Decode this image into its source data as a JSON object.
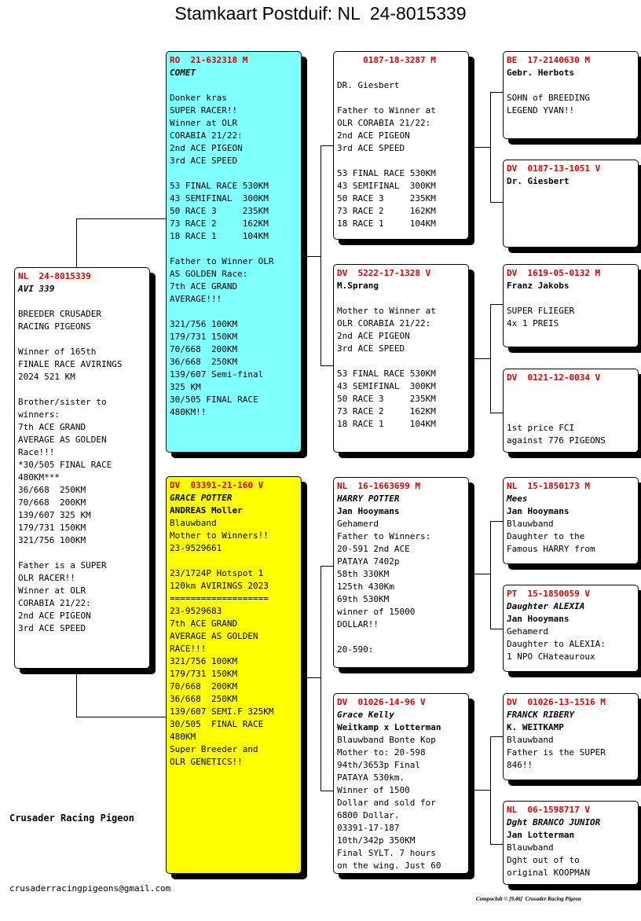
{
  "title": "Stamkaart Postduif: NL  24-8015339",
  "subject": {
    "ring": "NL  24-8015339",
    "name": "AVI 339",
    "owner": "",
    "lines": [
      "",
      "BREEDER CRUSADER",
      "RACING PIGEONS",
      "",
      "Winner of 165th",
      "FINALE RACE AVIRINGS",
      "2024 521 KM",
      "",
      "Brother/sister to",
      "winners:",
      "7th ACE GRAND",
      "AVERAGE AS GOLDEN",
      "Race!!!",
      "*30/505 FINAL RACE",
      "480KM***",
      "36/668  250KM",
      "70/668  200KM",
      "139/607 325 KM",
      "179/731 150KM",
      "321/756 100KM",
      "",
      "Father is a SUPER",
      "OLR RACER!!",
      "Winner at OLR",
      "CORABIA 21/22:",
      "2nd ACE PIGEON",
      "3rd ACE SPEED"
    ]
  },
  "father": {
    "ring": "RO  21-632318 M",
    "name": "COMET",
    "owner": "",
    "lines": [
      "",
      "Donker kras",
      "SUPER RACER!!",
      "Winner at OLR",
      "CORABIA 21/22:",
      "2nd ACE PIGEON",
      "3rd ACE SPEED",
      "",
      "53 FINAL RACE 530KM",
      "43 SEMIFINAL  300KM",
      "50 RACE 3     235KM",
      "73 RACE 2     162KM",
      "18 RACE 1     104KM",
      "",
      "Father to Winner OLR",
      "AS GOLDEN Race:",
      "7th ACE GRAND",
      "AVERAGE!!!",
      "",
      "321/756 100KM",
      "179/731 150KM",
      "70/668  200KM",
      "36/668  250KM",
      "139/607 Semi-final",
      "325 KM",
      "30/505 FINAL RACE",
      "480KM!!"
    ]
  },
  "mother": {
    "ring": "DV  03391-21-160 V",
    "name": "GRACE POTTER",
    "owner": "ANDREAS Moller",
    "lines": [
      "Blauwband",
      "Mother to Winners!!",
      "23-9529661",
      "",
      "23/1724P Hotspot 1",
      "120km AVIRINGS 2023",
      "===================",
      "23-9529683",
      "7th ACE GRAND",
      "AVERAGE AS GOLDEN",
      "RACE!!!",
      "321/756 100KM",
      "179/731 150KM",
      "70/668  200KM",
      "36/668  250KM",
      "139/607 SEMI.F 325KM",
      "30/505  FINAL RACE",
      "480KM",
      "Super Breeder and",
      "OLR GENETICS!!"
    ]
  },
  "ff": {
    "ring": "     0187-18-3287 M",
    "name": "",
    "owner": "",
    "lines": [
      "",
      "DR. Giesbert",
      "",
      "Father to Winner at",
      "OLR CORABIA 21/22:",
      "2nd ACE PIGEON",
      "3rd ACE SPEED",
      "",
      "53 FINAL RACE 530KM",
      "43 SEMIFINAL  300KM",
      "50 RACE 3     235KM",
      "73 RACE 2     162KM",
      "18 RACE 1     104KM"
    ]
  },
  "fm": {
    "ring": "DV  5222-17-1328 V",
    "name": "",
    "owner": "M.Sprang",
    "lines": [
      "",
      "Mother to Winner at",
      "OLR CORABIA 21/22:",
      "2nd ACE PIGEON",
      "3rd ACE SPEED",
      "",
      "53 FINAL RACE 530KM",
      "43 SEMIFINAL  300KM",
      "50 RACE 3     235KM",
      "73 RACE 2     162KM",
      "18 RACE 1     104KM"
    ]
  },
  "mf": {
    "ring": "NL  16-1663699 M",
    "name": "HARRY POTTER",
    "owner": "Jan Hooymans",
    "lines": [
      "Gehamerd",
      "Father to Winners:",
      "20-591 2nd ACE",
      "PATAYA 7402p",
      "58th 330KM",
      "125th 430Km",
      "69th 530KM",
      "winner of 15000",
      "DOLLAR!!",
      "",
      "20-590:"
    ]
  },
  "mm": {
    "ring": "DV  01026-14-96 V",
    "name": "Grace Kelly",
    "owner": "Weitkamp x Lotterman",
    "lines": [
      "Blauwband Bonte Kop",
      "Mother to: 20-598",
      "94th/3653p Final",
      "PATAYA 530km.",
      "Winner of 1500",
      "Dollar and sold for",
      "6800 Dollar.",
      "03391-17-187",
      "10th/342p 350KM",
      "Final SYLT. 7 hours",
      "on the wing. Just 60"
    ]
  },
  "fff": {
    "ring": "BE  17-2140630 M",
    "name": "",
    "owner": "Gebr. Herbots",
    "lines": [
      "",
      "SOHN of BREEDING",
      "LEGEND YVAN!!"
    ]
  },
  "ffm": {
    "ring": "DV  0187-13-1051 V",
    "name": "",
    "owner": "Dr. Giesbert",
    "lines": []
  },
  "fmf": {
    "ring": "DV  1619-05-0132 M",
    "name": "",
    "owner": "Franz Jakobs",
    "lines": [
      "",
      "SUPER FLIEGER",
      "4x 1 PREIS"
    ]
  },
  "fmm": {
    "ring": "DV  0121-12-0034 V",
    "name": "",
    "owner": "",
    "lines": [
      "",
      "",
      "",
      "1st price FCI",
      "against 776 PIGEONS"
    ]
  },
  "mff": {
    "ring": "NL  15-1850173 M",
    "name": "Mees",
    "owner": "Jan Hooymans",
    "lines": [
      "Blauwband",
      "Daughter to the",
      "Famous HARRY from"
    ]
  },
  "mfm": {
    "ring": "PT  15-1850059 V",
    "name": "Daughter ALEXIA",
    "owner": "Jan Hooymans",
    "lines": [
      "Gehamerd",
      "Daughter to ALEXIA:",
      "1 NPO CHateauroux"
    ]
  },
  "mmf": {
    "ring": "DV  01026-13-1516 M",
    "name": "FRANCK RIBERY",
    "owner": "K. WEITKAMP",
    "lines": [
      "Blauwband",
      "Father is the SUPER",
      "846!!"
    ]
  },
  "mmm": {
    "ring": "NL  06-1598717 V",
    "name": "Dght BRANCO JUNIOR",
    "owner": "Jan Lotterman",
    "lines": [
      "Blauwband",
      "Dght out of to",
      "original KOOPMAN"
    ]
  },
  "footer": {
    "breeder": "Crusader Racing Pigeon",
    "email": "crusaderracingpigeons@gmail.com",
    "credit": "Compuclub © [9.46]  Crusader Racing Pigeon"
  }
}
